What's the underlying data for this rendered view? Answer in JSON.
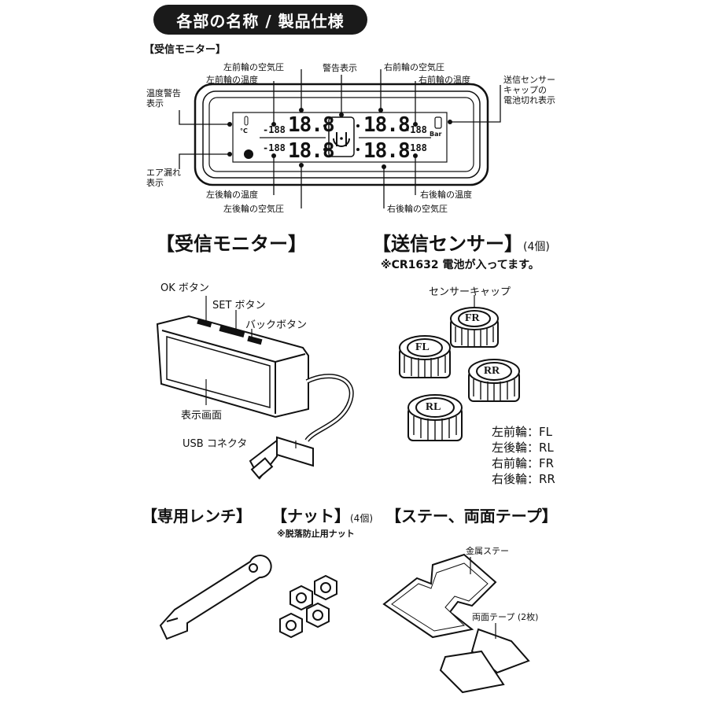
{
  "header": {
    "title": "各部の名称 / 製品仕様"
  },
  "monitor_top": {
    "section_label": "【受信モニター】",
    "labels": {
      "fl_pressure": "左前輪の空気圧",
      "fl_temp": "左前輪の温度",
      "warning": "警告表示",
      "fr_pressure": "右前輪の空気圧",
      "fr_temp": "右前輪の温度",
      "battery_line1": "送信センサー",
      "battery_line2": "キャップの",
      "battery_line3": "電池切れ表示",
      "temp_warn_line1": "温度警告",
      "temp_warn_line2": "表示",
      "air_leak_line1": "エア漏れ",
      "air_leak_line2": "表示",
      "rl_temp": "左後輪の温度",
      "rl_pressure": "左後輪の空気圧",
      "rr_temp": "右後輪の温度",
      "rr_pressure": "右後輪の空気圧"
    },
    "display": {
      "big_digits": "18.8",
      "small_digits": "-188",
      "unit_c": "°C",
      "unit_bar": "Bar"
    }
  },
  "monitor_section": {
    "title": "【受信モニター】",
    "labels": {
      "ok_button": "OK ボタン",
      "set_button": "SET ボタン",
      "back_button": "バックボタン",
      "display": "表示画面",
      "usb": "USB コネクタ"
    }
  },
  "sensor_section": {
    "title": "【送信センサー】",
    "count": "(4個)",
    "note": "※CR1632 電池が入ってます。",
    "cap_label": "センサーキャップ",
    "caps": [
      "FR",
      "FL",
      "RR",
      "RL"
    ],
    "legend": [
      "左前輪：FL",
      "左後輪：RL",
      "右前輪：FR",
      "右後輪：RR"
    ]
  },
  "wrench_section": {
    "title": "【専用レンチ】"
  },
  "nut_section": {
    "title": "【ナット】",
    "count": "(4個)",
    "note": "※脱落防止用ナット"
  },
  "stay_section": {
    "title": "【ステー、両面テープ】",
    "metal_stay": "金属ステー",
    "tape": "両面テープ (2枚)"
  }
}
